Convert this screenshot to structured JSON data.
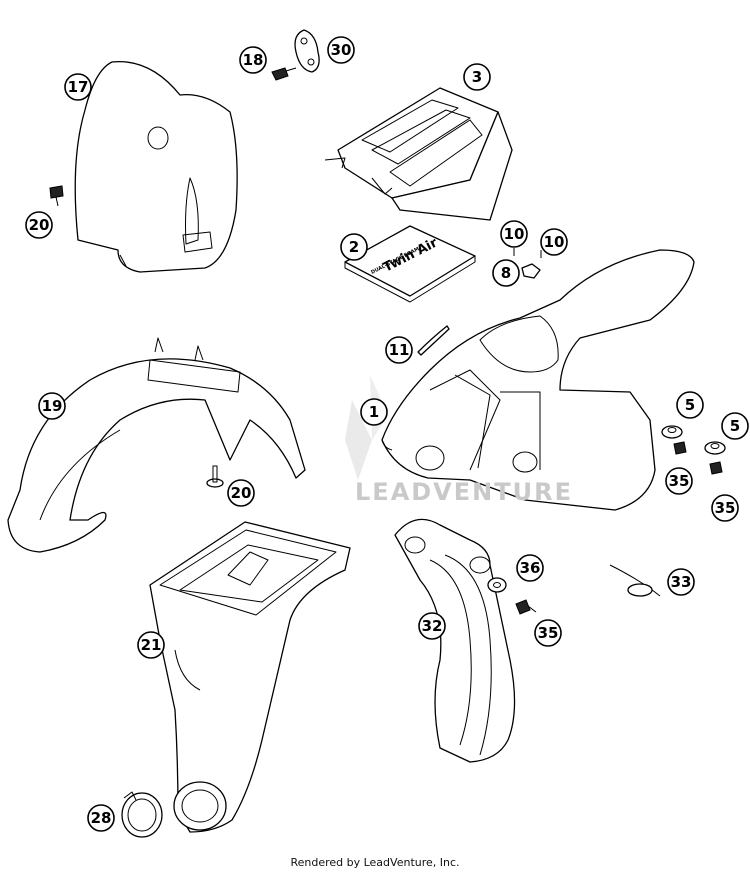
{
  "diagram": {
    "callouts": [
      "17",
      "18",
      "30",
      "3",
      "20",
      "2",
      "10",
      "10",
      "8",
      "11",
      "19",
      "1",
      "5",
      "5",
      "35",
      "35",
      "20",
      "36",
      "33",
      "21",
      "32",
      "35",
      "28"
    ],
    "filter_box_text": [
      "Twin Air",
      "DUAL-STAGE FOAM"
    ],
    "watermark": "LEADVENTURE",
    "footer": "Rendered by LeadVenture, Inc."
  }
}
